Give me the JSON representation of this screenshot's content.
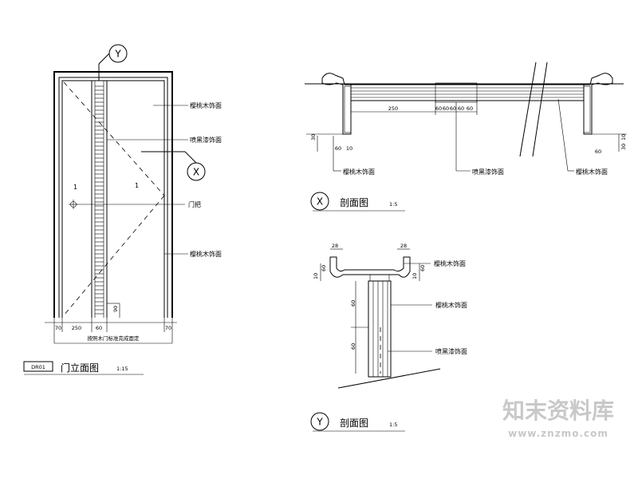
{
  "elevation": {
    "marker_y": "Y",
    "marker_x": "X",
    "leaf_no_1": "1",
    "leaf_no_2": "1",
    "notes": [
      "樱桃木饰面",
      "喷黑漆饰面",
      "门把",
      "樱桃木饰面"
    ],
    "dims_bottom": [
      "70",
      "250",
      "60",
      "70"
    ],
    "dim_small": "90",
    "dim_caption": "按照木门标准完成面定",
    "tag": "DR01",
    "title": "门立面图",
    "scale": "1:15"
  },
  "section_x": {
    "marker": "X",
    "notes": [
      "樱桃木饰面",
      "喷黑漆饰面",
      "樱桃木饰面"
    ],
    "dims_top": [
      "250",
      "60",
      "60",
      "60",
      "60",
      "60"
    ],
    "dims_left": [
      "30",
      "60",
      "10"
    ],
    "dims_right": [
      "60",
      "10",
      "30"
    ],
    "title": "剖面图",
    "scale": "1:5"
  },
  "section_y": {
    "marker": "Y",
    "notes": [
      "樱桃木饰面",
      "樱桃木饰面",
      "喷黑漆饰面"
    ],
    "dims_top": [
      "28",
      "28"
    ],
    "dims_left": [
      "10",
      "60"
    ],
    "dims_right": [
      "10",
      "60"
    ],
    "dims_mid": [
      "60",
      "60"
    ],
    "title": "剖面图",
    "scale": "1:5"
  },
  "watermark": {
    "text_cn": "知末资料库",
    "url": "www.znzmo.com"
  }
}
